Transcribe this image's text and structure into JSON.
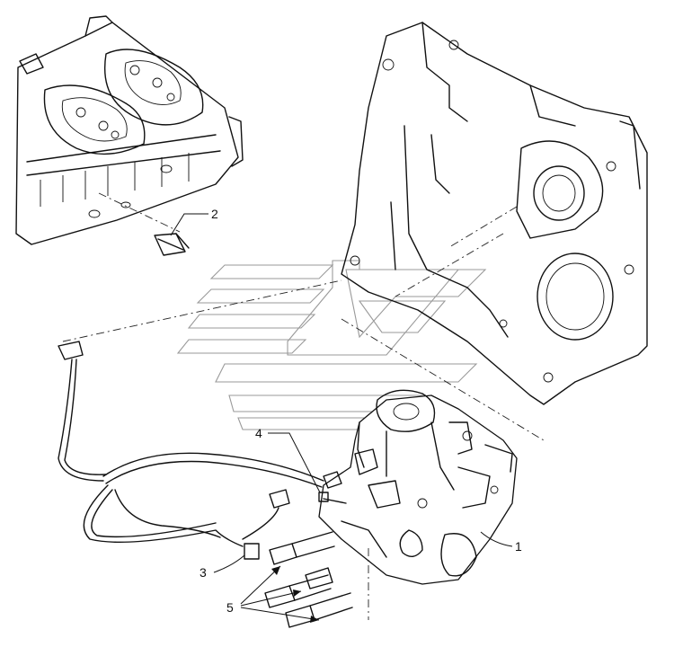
{
  "callouts": [
    {
      "id": "1",
      "label": "1"
    },
    {
      "id": "2",
      "label": "2"
    },
    {
      "id": "3",
      "label": "3"
    },
    {
      "id": "4",
      "label": "4"
    },
    {
      "id": "5",
      "label": "5"
    }
  ],
  "colors": {
    "line": "#111111",
    "watermark": "#9a9a9a",
    "background": "#ffffff"
  },
  "icons": [
    "cylinder-head-drawing",
    "gear-housing-drawing",
    "injection-pump-drawing",
    "wiring-harness-drawing",
    "sensor-drawing",
    "watermark-logo"
  ]
}
